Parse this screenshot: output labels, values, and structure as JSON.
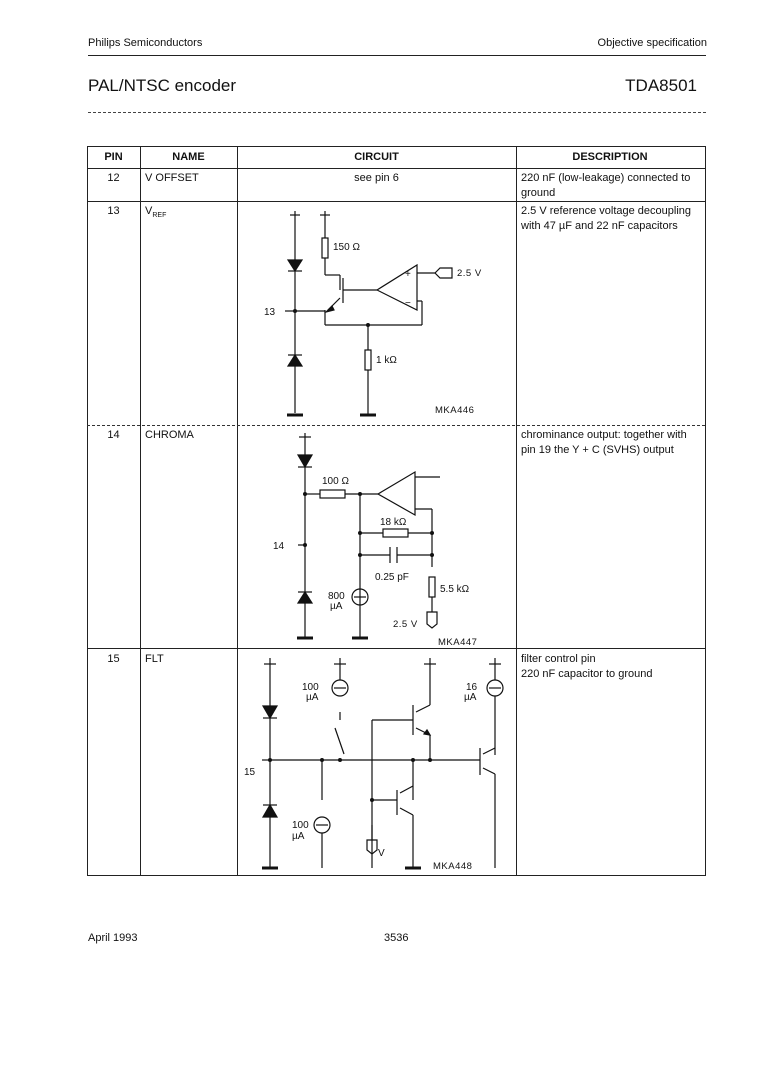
{
  "header": {
    "company": "Philips Semiconductors",
    "spec_type": "Objective specification",
    "product_title": "PAL/NTSC encoder",
    "part_number": "TDA8501"
  },
  "table": {
    "columns": [
      "PIN",
      "NAME",
      "CIRCUIT",
      "DESCRIPTION"
    ],
    "rows": [
      {
        "pin": "12",
        "name": "V OFFSET",
        "circuit": "see pin 6",
        "description": "220 nF  (low-leakage) connected to ground"
      },
      {
        "pin": "13",
        "name": "V",
        "name_sub": "REF",
        "circuit_id": "MKA446",
        "description": "2.5 V reference voltage decoupling with 47 µF and 22 nF capacitors"
      },
      {
        "pin": "14",
        "name": "CHROMA",
        "circuit_id": "MKA447",
        "description": "chrominance output: together with pin 19 the Y + C (SVHS) output"
      },
      {
        "pin": "15",
        "name": "FLT",
        "circuit_id": "MKA448",
        "description": "filter control pin\n220 nF capacitor to ground"
      }
    ]
  },
  "circuits": {
    "c13": {
      "res1": "150 Ω",
      "vref": "2.5  V",
      "pin": "13",
      "res2": "1 kΩ",
      "plus": "+",
      "minus": "−"
    },
    "c14": {
      "res1": "100 Ω",
      "res2": "18 kΩ",
      "cap": "0.25 pF",
      "res3": "5.5 kΩ",
      "src_a": "800",
      "src_b": "µA",
      "vref": "2.5  V",
      "pin": "14"
    },
    "c15": {
      "src1_a": "100",
      "src1_b": "µA",
      "src2_a": "16",
      "src2_b": "µA",
      "src3_a": "100",
      "src3_b": "µA",
      "pin": "15",
      "vlabel": "V"
    }
  },
  "footer": {
    "date": "April 1993",
    "page": "3536"
  }
}
